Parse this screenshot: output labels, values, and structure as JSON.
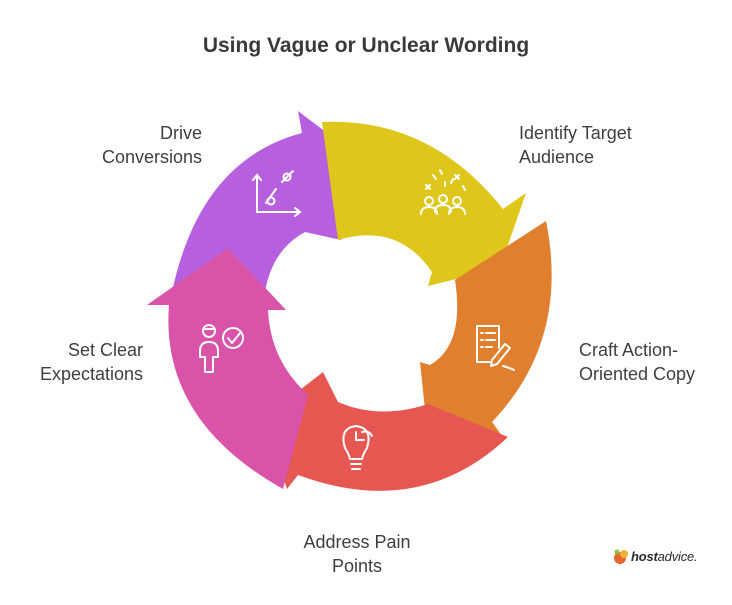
{
  "title": "Using Vague or Unclear Wording",
  "steps": [
    {
      "line1": "Drive",
      "line2": "Conversions",
      "color": "#b660e0",
      "icon": "line-chart-icon"
    },
    {
      "line1": "Identify Target",
      "line2": "Audience",
      "color": "#dfc61a",
      "icon": "audience-icon"
    },
    {
      "line1": "Craft Action-",
      "line2": "Oriented Copy",
      "color": "#e07f2d",
      "icon": "document-pen-icon"
    },
    {
      "line1": "Address Pain",
      "line2": "Points",
      "color": "#e65752",
      "icon": "lightbulb-puzzle-icon"
    },
    {
      "line1": "Set Clear",
      "line2": "Expectations",
      "color": "#d954a9",
      "icon": "person-check-icon"
    }
  ],
  "logo": {
    "brand_bold": "host",
    "brand_regular": "advice."
  }
}
